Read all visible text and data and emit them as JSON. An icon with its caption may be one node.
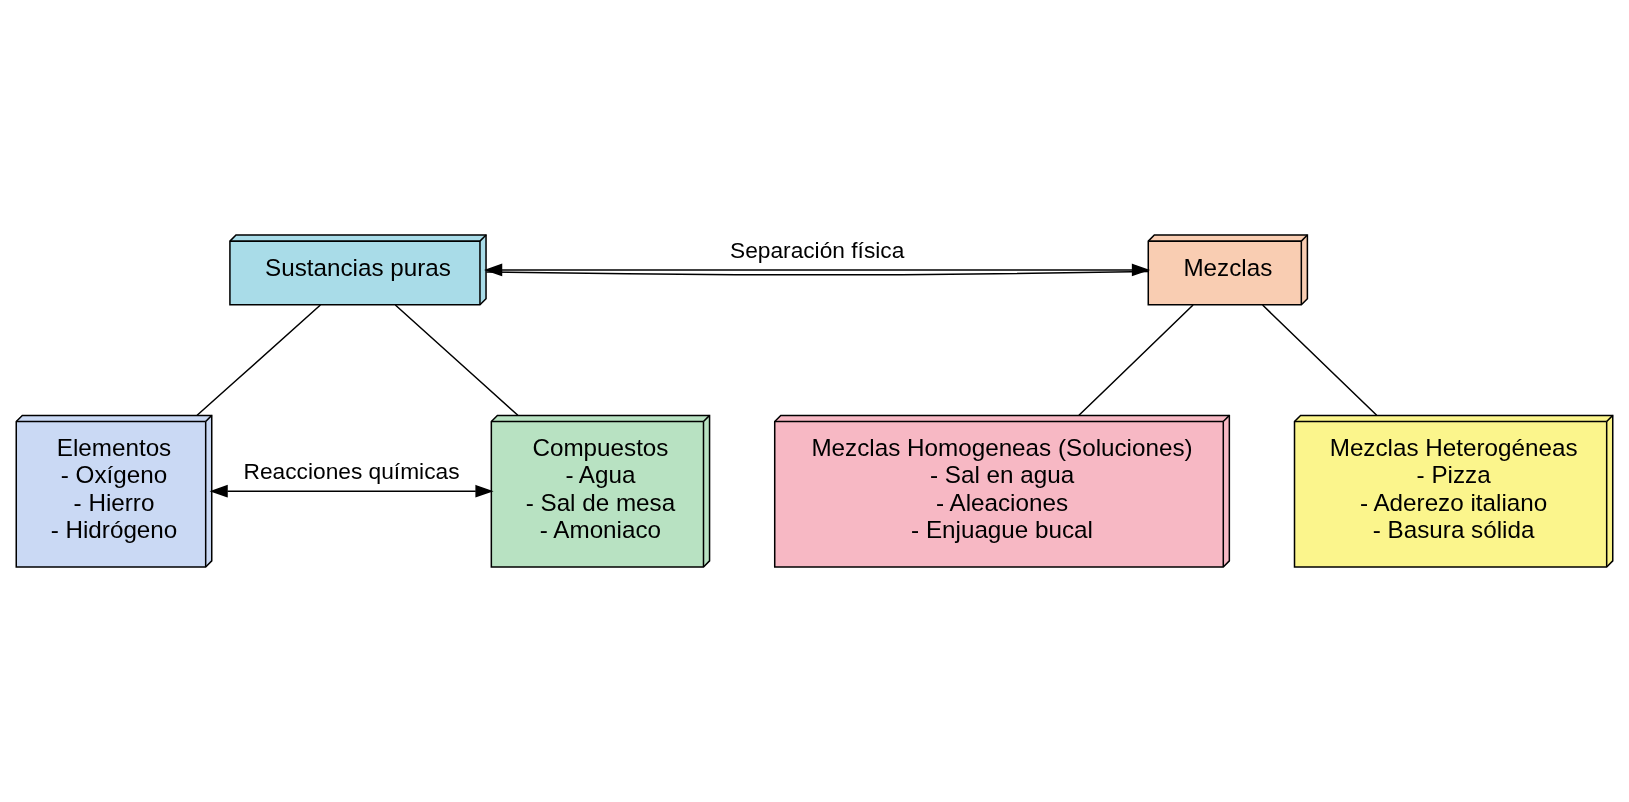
{
  "diagram": {
    "nodes": [
      {
        "text": [
          "Sustancias puras"
        ]
      },
      {
        "text": [
          "Mezclas"
        ]
      },
      {
        "text": [
          "Elementos",
          "- Oxígeno",
          "- Hierro",
          "- Hidrógeno"
        ]
      },
      {
        "text": [
          "Compuestos",
          "- Agua",
          "- Sal de mesa",
          "- Amoniaco"
        ]
      },
      {
        "text": [
          "Mezclas Homogeneas (Soluciones)",
          "- Sal en agua",
          "- Aleaciones",
          "- Enjuague bucal"
        ]
      },
      {
        "text": [
          "Mezclas Heterogéneas",
          "- Pizza",
          "- Aderezo italiano",
          "- Basura sólida"
        ]
      }
    ],
    "edges": [
      {
        "from": 0,
        "to": 1,
        "arrow": "none"
      },
      {
        "from": 1,
        "to": 0,
        "arrow": "both",
        "label": "Separación física"
      },
      {
        "from": 0,
        "to": 2,
        "arrow": "none"
      },
      {
        "from": 0,
        "to": 3,
        "arrow": "none"
      },
      {
        "from": 3,
        "to": 2,
        "arrow": "both",
        "label": "Reacciones químicas"
      },
      {
        "from": 1,
        "to": 4,
        "arrow": "none"
      },
      {
        "from": 1,
        "to": 5,
        "arrow": "none"
      }
    ]
  }
}
